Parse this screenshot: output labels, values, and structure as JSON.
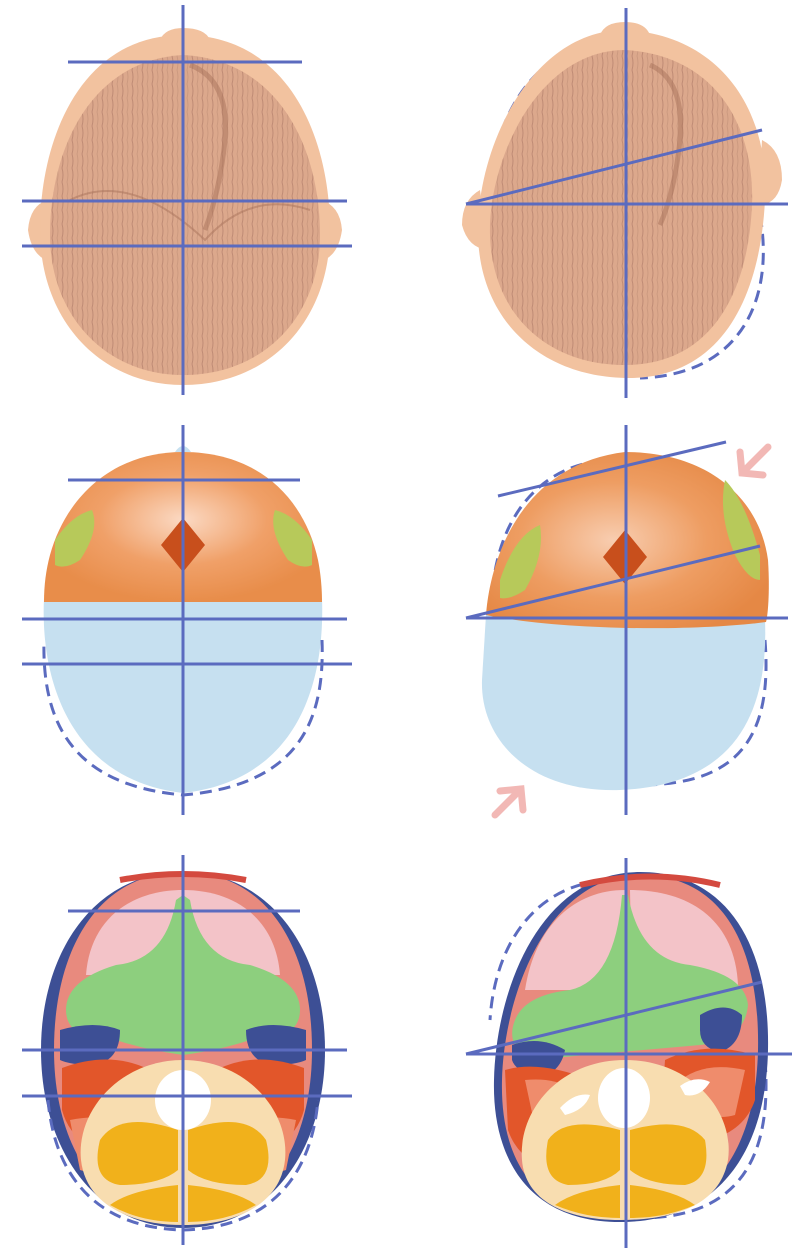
{
  "figure": {
    "panels": [
      {
        "row": "scalp-view",
        "column": "normal",
        "icon": "head-top-scalp-icon"
      },
      {
        "row": "scalp-view",
        "column": "asymmetric",
        "icon": "head-top-scalp-icon"
      },
      {
        "row": "skull-bones-view",
        "column": "normal",
        "icon": "skull-bones-icon"
      },
      {
        "row": "skull-bones-view",
        "column": "asymmetric",
        "icon": "skull-bones-icon"
      },
      {
        "row": "brain-cross-section-view",
        "column": "normal",
        "icon": "brain-section-icon"
      },
      {
        "row": "brain-cross-section-view",
        "column": "asymmetric",
        "icon": "brain-section-icon"
      }
    ],
    "arrows": [
      "arrow-top-right-icon",
      "arrow-bottom-left-icon"
    ]
  },
  "colors": {
    "guide_line": "#5b6bbf",
    "skin": "#f2c29f",
    "hair": "#b98570",
    "frontal_bone": "#e88d4a",
    "occipital": "#c6e0f0",
    "fontanelle": "#c84f1c",
    "green_patch": "#b7c95a",
    "arrow": "#f2b8b5",
    "dura": "#e88a7e",
    "frontal_lobe": "#f3c3c8",
    "ventricle_green": "#8dcf7e",
    "dark_blue": "#3d4f95",
    "red_orange": "#e2562a",
    "salmon": "#ef8c6c",
    "yellow": "#f1b11b",
    "cream": "#f8ddb0"
  }
}
